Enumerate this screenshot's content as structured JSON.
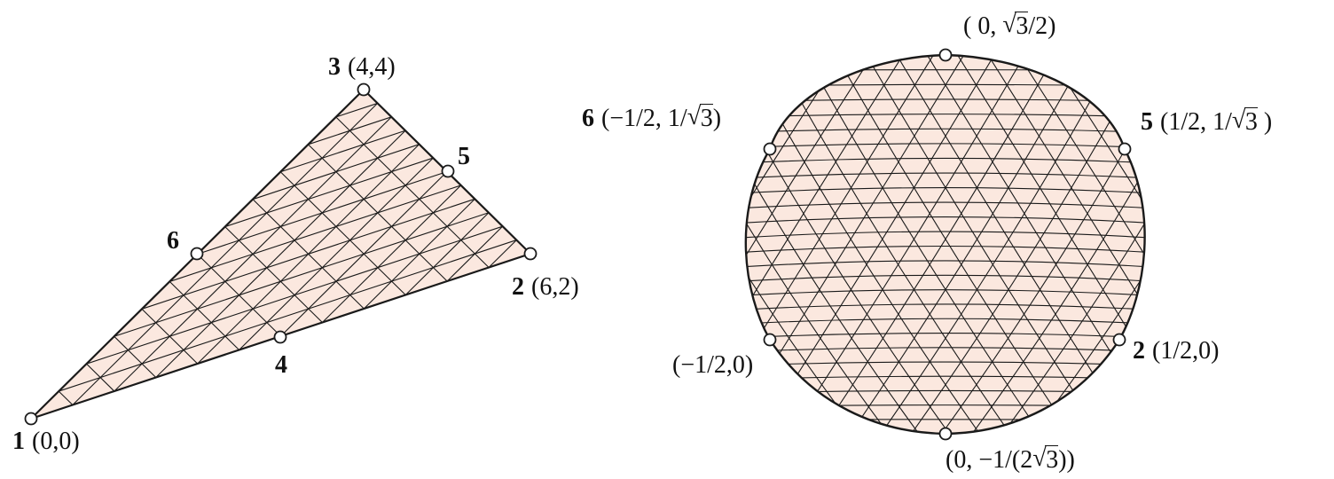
{
  "colors": {
    "fill": "#fbe8df",
    "stroke": "#1a1a1a",
    "node_fill": "#ffffff"
  },
  "left_triangle": {
    "nodes": [
      {
        "id": "1",
        "coord": "(0,0)"
      },
      {
        "id": "2",
        "coord": "(6,2)"
      },
      {
        "id": "3",
        "coord": "(4,4)"
      },
      {
        "id": "4",
        "coord": ""
      },
      {
        "id": "5",
        "coord": ""
      },
      {
        "id": "6",
        "coord": ""
      }
    ]
  },
  "right_shape": {
    "labels": {
      "top": {
        "pre": "( 0, ",
        "rad": "3",
        "post": "/2)"
      },
      "n6": {
        "num": "6",
        "pre": "(−1/2, 1/",
        "rad": "3",
        "post": ")"
      },
      "n5": {
        "num": "5",
        "pre": "(1/2, 1/",
        "rad": "3",
        "post": " )"
      },
      "left": {
        "text": "(−1/2,0)"
      },
      "n2": {
        "num": "2",
        "text": "(1/2,0)"
      },
      "bottom": {
        "pre": "(0, −1/(2",
        "rad": "3",
        "post": "))"
      }
    }
  },
  "icons": {
    "node_marker": "open-circle"
  }
}
